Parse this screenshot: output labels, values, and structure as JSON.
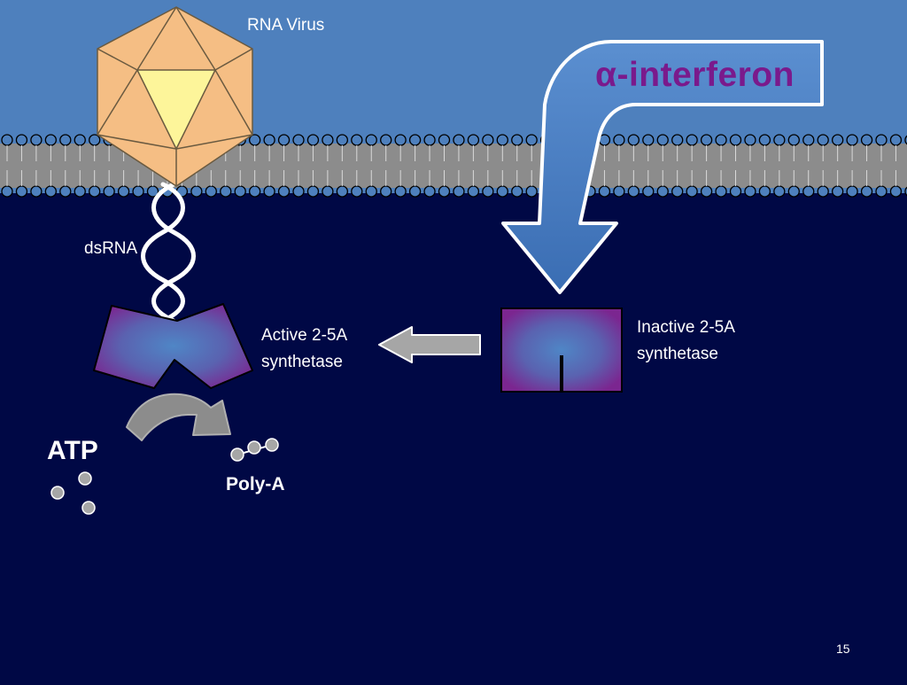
{
  "labels": {
    "virus": "RNA Virus",
    "dsrna": "dsRNA",
    "active_enzyme": "Active 2-5A\nsynthetase",
    "inactive_enzyme": "Inactive 2-5A\nsynthetase",
    "interferon": "α-interferon",
    "atp": "ATP",
    "poly_a": "Poly-A"
  },
  "page_number": "15",
  "colors": {
    "extracellular": "#4e80bd",
    "cytoplasm": "#000845",
    "membrane": "#8c8c8c",
    "interferon_text": "#7a1a8c",
    "enzyme_outer": "#7b2690",
    "enzyme_inner": "#4f86c6",
    "capsid_face": "#f5be84",
    "capsid_center": "#fdf59a",
    "molecule": "#a6a6a6"
  }
}
